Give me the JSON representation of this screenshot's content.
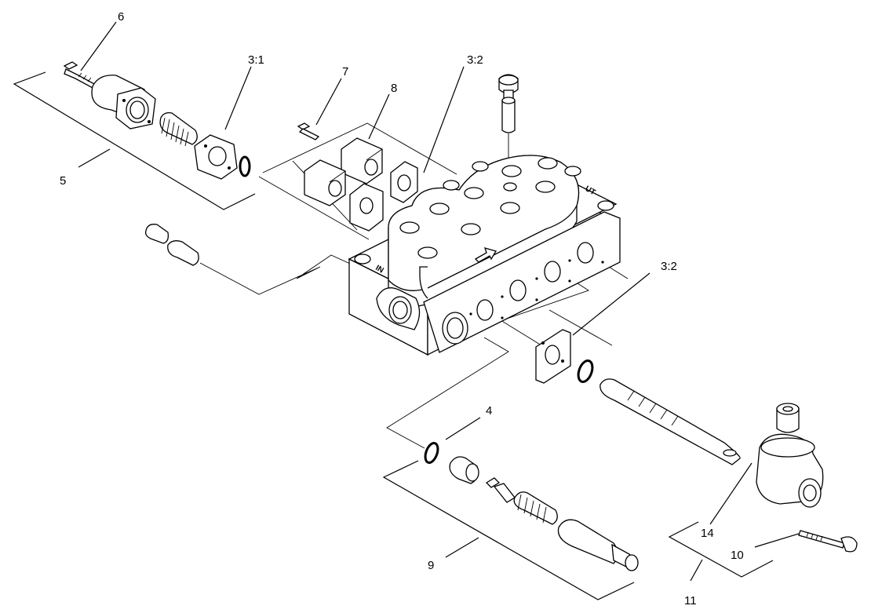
{
  "diagram": {
    "labels": {
      "l6": "6",
      "l3_1": "3:1",
      "l7": "7",
      "l8": "8",
      "l3_2_top": "3:2",
      "l5": "5",
      "l3_2_right": "3:2",
      "l4": "4",
      "l9": "9",
      "l14": "14",
      "l10": "10",
      "l11": "11"
    },
    "stamps": {
      "in_mark": "IN",
      "out_mark": "UT"
    }
  }
}
